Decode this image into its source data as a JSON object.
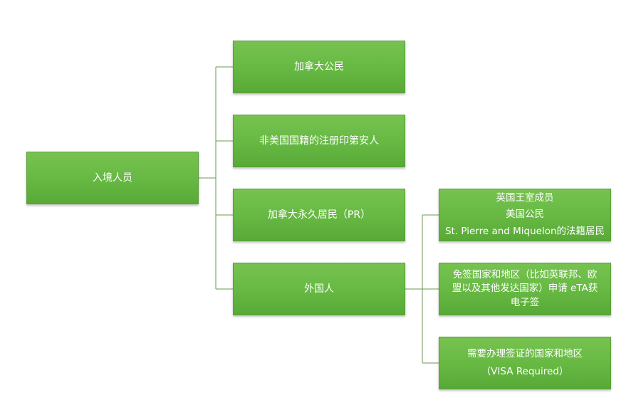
{
  "diagram": {
    "root": {
      "label": "入境人员"
    },
    "level1": [
      {
        "label": "加拿大公民"
      },
      {
        "label": "非美国国籍的注册印第安人"
      },
      {
        "label": "加拿大永久居民（PR）"
      },
      {
        "label": "外国人"
      }
    ],
    "foreign_children": [
      {
        "lines": [
          "英国王室成员",
          "美国公民",
          "St. Pierre and Miquelon的法籍居民"
        ]
      },
      {
        "lines": [
          "免签国家和地区（比如英联邦、欧",
          "盟以及其他发达国家）申请 eTA获",
          "电子签"
        ]
      },
      {
        "lines": [
          "需要办理签证的国家和地区",
          "（VISA Required）"
        ]
      }
    ],
    "colors": {
      "box_fill": "#66b843",
      "box_border": "#5a9e3a",
      "connector": "#6a9a55",
      "text": "#ffffff"
    }
  }
}
